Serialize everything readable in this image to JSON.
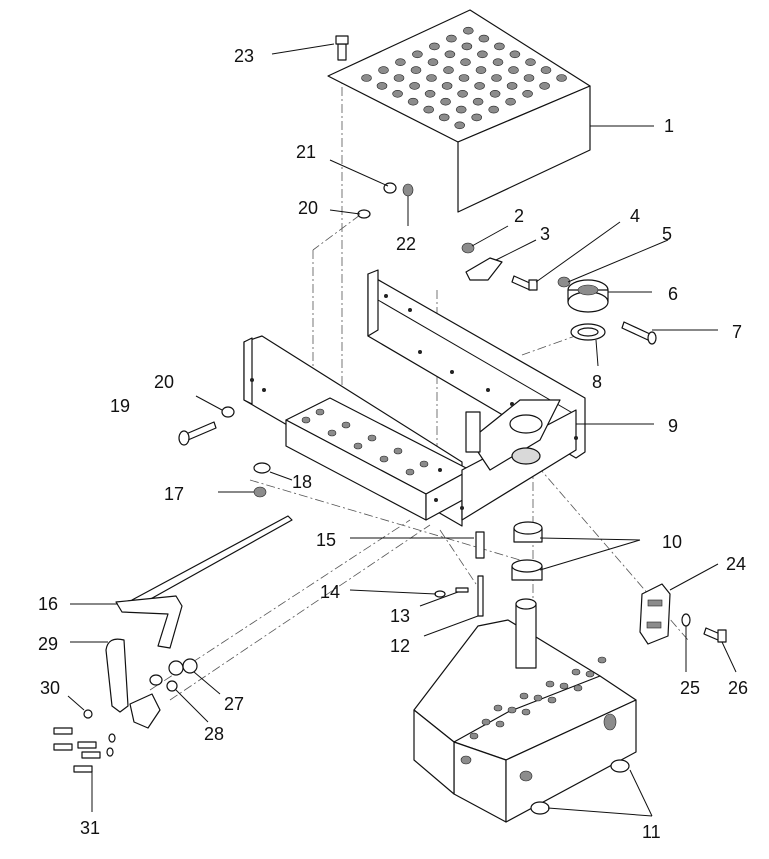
{
  "labels": {
    "p1": "1",
    "p2": "2",
    "p3": "3",
    "p4": "4",
    "p5": "5",
    "p6": "6",
    "p7": "7",
    "p8": "8",
    "p9": "9",
    "p10": "10",
    "p11": "11",
    "p12": "12",
    "p13": "13",
    "p14": "14",
    "p15": "15",
    "p16": "16",
    "p17": "17",
    "p18": "18",
    "p19": "19",
    "p20a": "20",
    "p20b": "20",
    "p21": "21",
    "p22": "22",
    "p23": "23",
    "p24": "24",
    "p25": "25",
    "p26": "26",
    "p27": "27",
    "p28": "28",
    "p29": "29",
    "p30": "30",
    "p31": "31"
  }
}
